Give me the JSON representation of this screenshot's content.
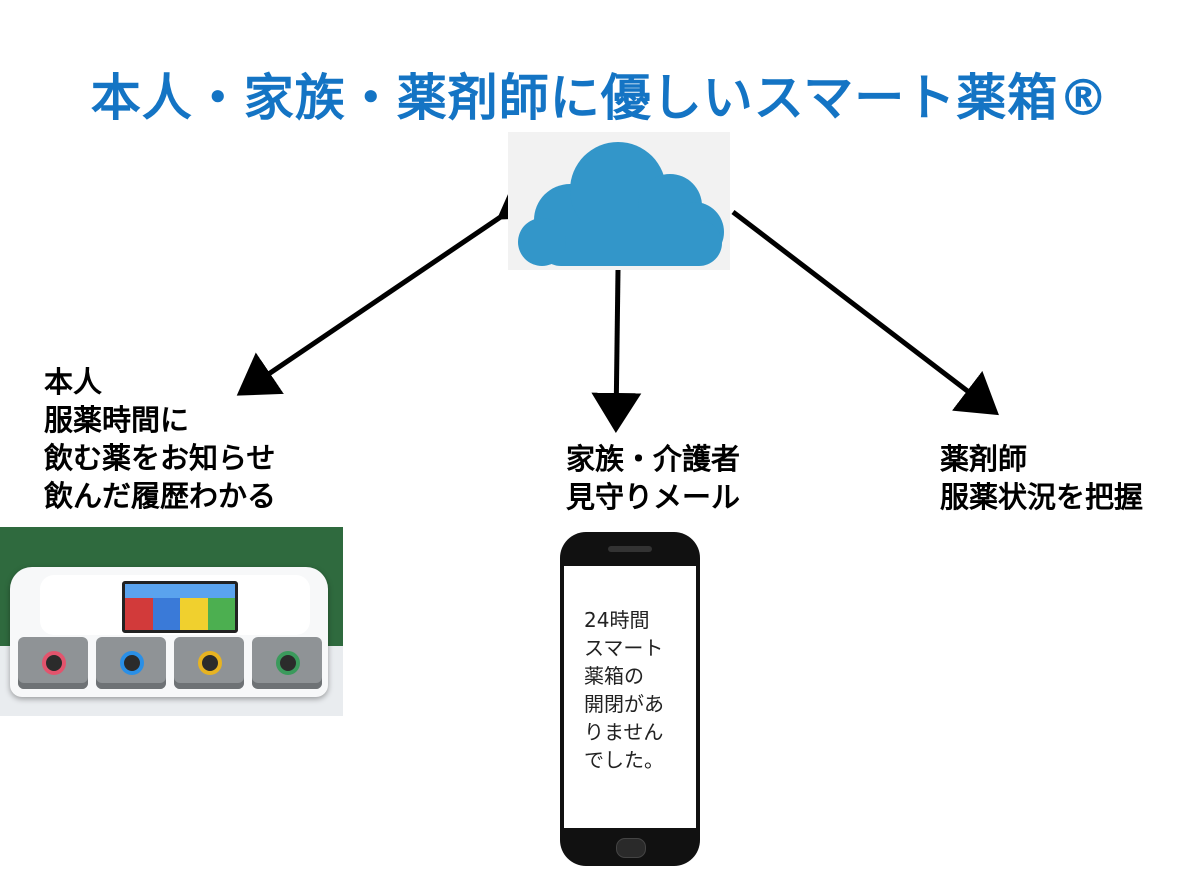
{
  "title": "本人・家族・薬剤師に優しいスマート薬箱®",
  "cloud": {
    "icon": "cloud-icon",
    "fill": "#3396c9"
  },
  "self": {
    "lines": [
      "本人",
      "服薬時間に",
      "飲む薬をお知らせ",
      "飲んだ履歴わかる"
    ]
  },
  "family": {
    "lines": [
      "家族・介護者",
      "見守りメール"
    ]
  },
  "pharmacist": {
    "lines": [
      "薬剤師",
      "服薬状況を把握"
    ]
  },
  "phone": {
    "message_lines": [
      "24時間",
      "スマート",
      "薬箱の",
      "開閉があ",
      "りません",
      "でした。"
    ]
  },
  "colors": {
    "title": "#1474c4",
    "arrow": "#000000",
    "button_rings": [
      "#e2546d",
      "#2a8fe6",
      "#e7b321",
      "#3b9a5c"
    ],
    "screen_cells": [
      "#d23a3a",
      "#3a7ad8",
      "#f0d02e",
      "#4caf50"
    ]
  }
}
